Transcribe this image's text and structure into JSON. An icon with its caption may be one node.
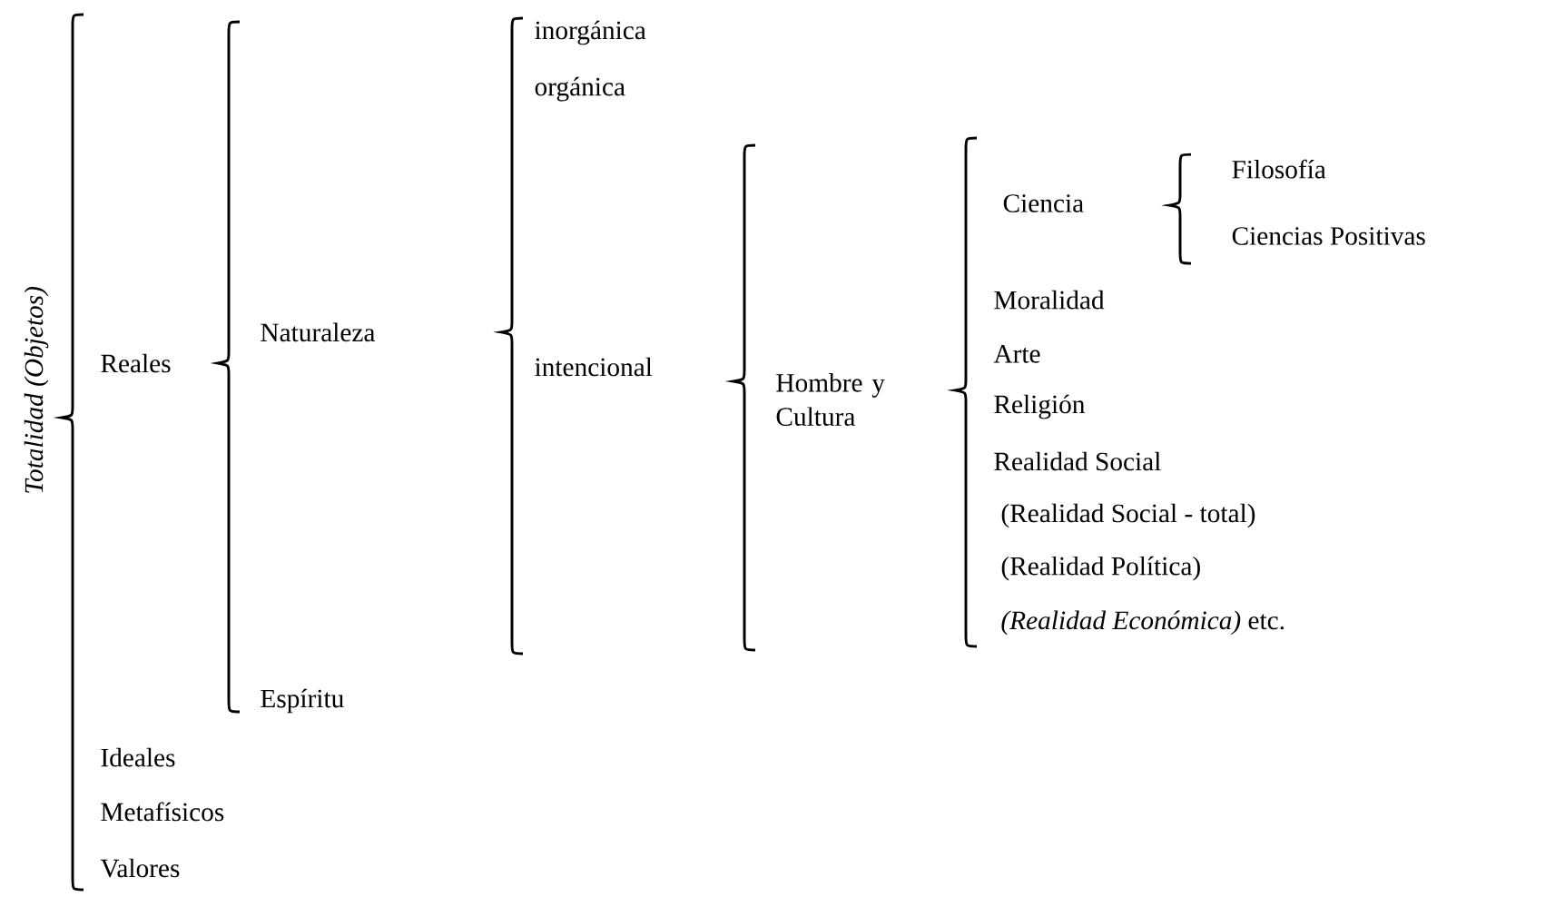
{
  "diagram": {
    "labels": [
      "Totalidad (Objetos)",
      "Reales",
      "Naturaleza",
      "inorgánica",
      "orgánica",
      "intencional",
      "Hombre y Cultura",
      "Ciencia",
      "Filosofía",
      "Ciencias Positivas",
      "Moralidad",
      "Arte",
      "Religión",
      "Realidad Social",
      "(Realidad Social - total)",
      "(Realidad Política)",
      "*(Realidad Económica)* etc.",
      "Espíritu",
      "Ideales",
      "Metafísicos",
      "Valores"
    ]
  }
}
